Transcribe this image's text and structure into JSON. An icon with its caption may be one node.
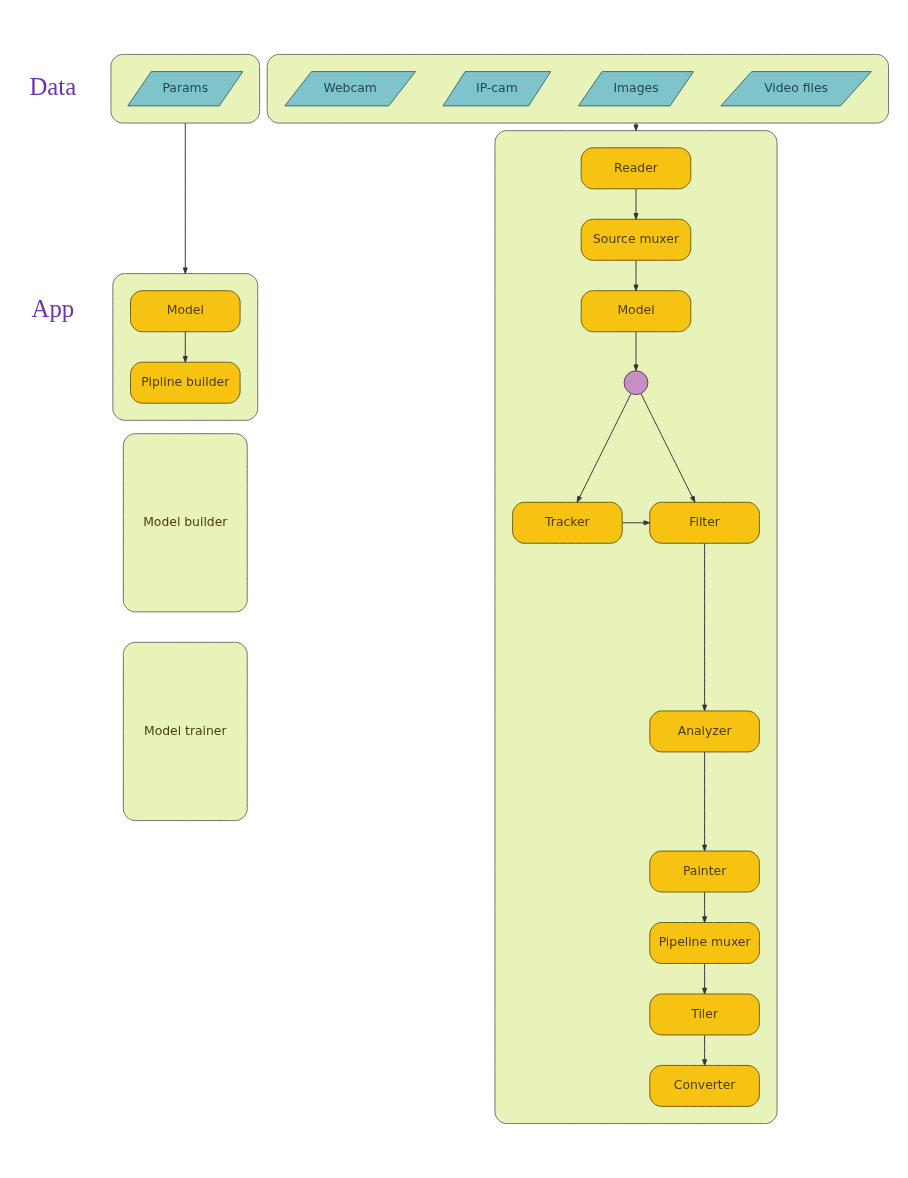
{
  "diagram": {
    "nodes": [
      {
        "text": [],
        "shape": "box"
      },
      {
        "text": [
          "Params"
        ],
        "in": 0
      },
      {
        "text": [],
        "shape": "box"
      },
      {
        "text": [
          "Video files"
        ],
        "in": 2
      },
      {
        "text": [
          "Images"
        ],
        "in": 2
      },
      {
        "text": [
          "IP-cam"
        ],
        "in": 2
      },
      {
        "text": [
          "Webcam"
        ],
        "in": 2
      },
      {
        "text": [],
        "shape": "box"
      },
      {
        "text": [
          "Model"
        ],
        "in": 7
      },
      {
        "text": [
          "Pipline builder"
        ],
        "in": 7
      },
      {
        "text": [
          "Model builder"
        ]
      },
      {
        "text": [
          "Model trainer"
        ]
      },
      {
        "text": [],
        "shape": "box"
      },
      {
        "text": [
          "Reader"
        ],
        "in": 12
      },
      {
        "text": [
          "Source muxer"
        ],
        "in": 12
      },
      {
        "text": [
          "Model"
        ],
        "in": 12
      },
      {
        "text": [],
        "shape": "circle",
        "in": 12
      },
      {
        "text": [
          "Tracker"
        ],
        "in": 12
      },
      {
        "text": [
          "Filter"
        ],
        "in": 12
      },
      {
        "text": [
          "Analyzer"
        ],
        "in": 12
      },
      {
        "text": [
          "Painter"
        ],
        "in": 12
      },
      {
        "text": [
          "Pipeline muxer"
        ],
        "in": 12
      },
      {
        "text": [
          "Tiler"
        ],
        "in": 12
      },
      {
        "text": [
          "Converter"
        ],
        "in": 12
      }
    ],
    "edges": [
      {
        "from": 0,
        "to": 7,
        "arrow": "to"
      },
      {
        "from": 2,
        "to": 12,
        "arrow": "to"
      },
      {
        "from": 8,
        "to": 9,
        "arrow": "to"
      },
      {
        "from": 13,
        "to": 14,
        "arrow": "to"
      },
      {
        "from": 14,
        "to": 15,
        "arrow": "to"
      },
      {
        "from": 15,
        "to": 16,
        "arrow": "to"
      },
      {
        "from": 16,
        "to": 17,
        "arrow": "to"
      },
      {
        "from": 16,
        "to": 18,
        "arrow": "to"
      },
      {
        "from": 17,
        "to": 18,
        "arrow": "to"
      },
      {
        "from": 18,
        "to": 19,
        "arrow": "to"
      },
      {
        "from": 19,
        "to": 20,
        "arrow": "to"
      },
      {
        "from": 20,
        "to": 21,
        "arrow": "to"
      },
      {
        "from": 21,
        "to": 22,
        "arrow": "to"
      },
      {
        "from": 22,
        "to": 23,
        "arrow": "to"
      }
    ],
    "labels": [
      "Data",
      "App"
    ]
  }
}
